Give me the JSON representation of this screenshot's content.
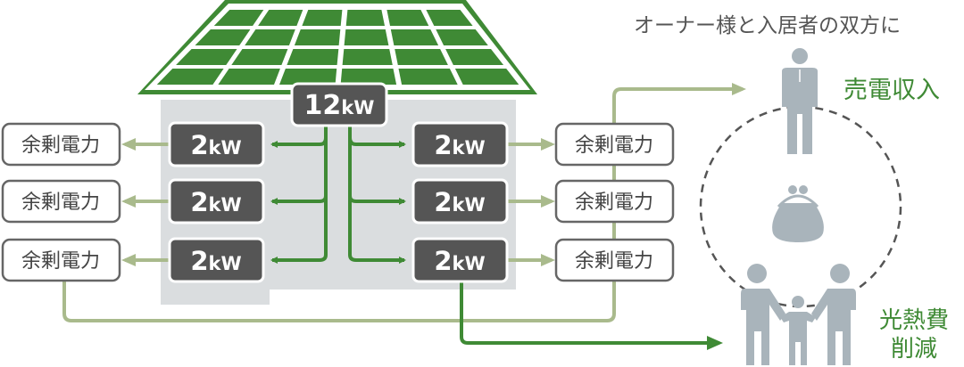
{
  "title": "オーナー様と入居者の双方に",
  "total_capacity": {
    "number": "12",
    "unit": "kW"
  },
  "units": [
    {
      "number": "2",
      "unit": "kW"
    },
    {
      "number": "2",
      "unit": "kW"
    },
    {
      "number": "2",
      "unit": "kW"
    },
    {
      "number": "2",
      "unit": "kW"
    },
    {
      "number": "2",
      "unit": "kW"
    },
    {
      "number": "2",
      "unit": "kW"
    }
  ],
  "surplus_label": "余剰電力",
  "owner_benefit": "売電収入",
  "resident_benefit": {
    "line1": "光熱費",
    "line2": "削減"
  },
  "colors": {
    "green": "#3f8a35",
    "light_green": "#a9ba8c",
    "box": "#555555",
    "house": "#dadddf",
    "figure": "#a9b4bb"
  }
}
